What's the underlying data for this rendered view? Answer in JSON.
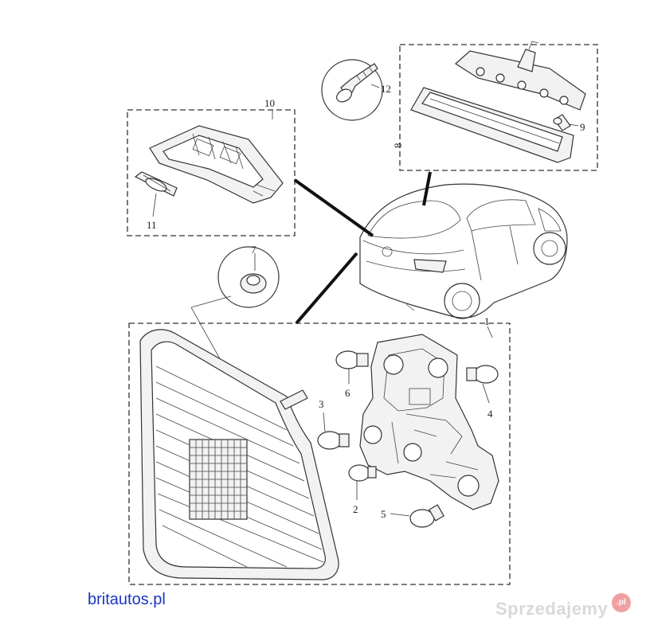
{
  "callouts": {
    "c1": "1",
    "c2": "2",
    "c3": "3",
    "c4": "4",
    "c5": "5",
    "c6": "6",
    "c7": "7",
    "c8": "8",
    "c9": "9",
    "c10": "10",
    "c11": "11",
    "c12": "12"
  },
  "footer": {
    "site": "britautos.pl",
    "watermark": "Sprzedajemy",
    "watermark_badge": ".pl"
  },
  "colors": {
    "link": "#1a35c4",
    "watermark": "#d9d9d9"
  }
}
